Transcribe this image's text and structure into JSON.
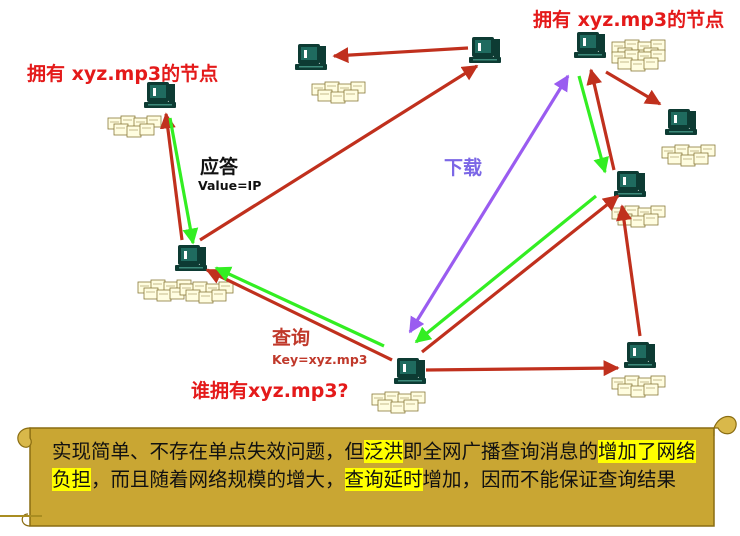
{
  "labels": {
    "owner_top_left": "拥有 xyz.mp3的节点",
    "owner_top_right": "拥有 xyz.mp3的节点",
    "response": "应答",
    "response_value": "Value=IP",
    "download": "下载",
    "query": "查询",
    "query_key": "Key=xyz.mp3",
    "who_has": "谁拥有xyz.mp3?"
  },
  "note": {
    "segments": [
      {
        "text": "实现简单、不存在单点失效问题，但",
        "highlight": false
      },
      {
        "text": "泛洪",
        "highlight": true
      },
      {
        "text": "即全网广播查询消息的",
        "highlight": false
      },
      {
        "text": "增加了网络负担",
        "highlight": true
      },
      {
        "text": "，而且随着网络规模的增大，",
        "highlight": false
      },
      {
        "text": "查询延时",
        "highlight": true
      },
      {
        "text": "增加，因而不能保证查询结果",
        "highlight": false
      }
    ]
  },
  "colors": {
    "query_arrow": "#c0301d",
    "response_arrow": "#33ee22",
    "download_arrow": "#9a5cf0",
    "scroll_fill": "#c9a633",
    "scroll_edge": "#8a6d12",
    "highlight": "#ffff00"
  },
  "icons": [
    "computer-icon",
    "file-stack-icon",
    "scroll-banner-icon"
  ]
}
